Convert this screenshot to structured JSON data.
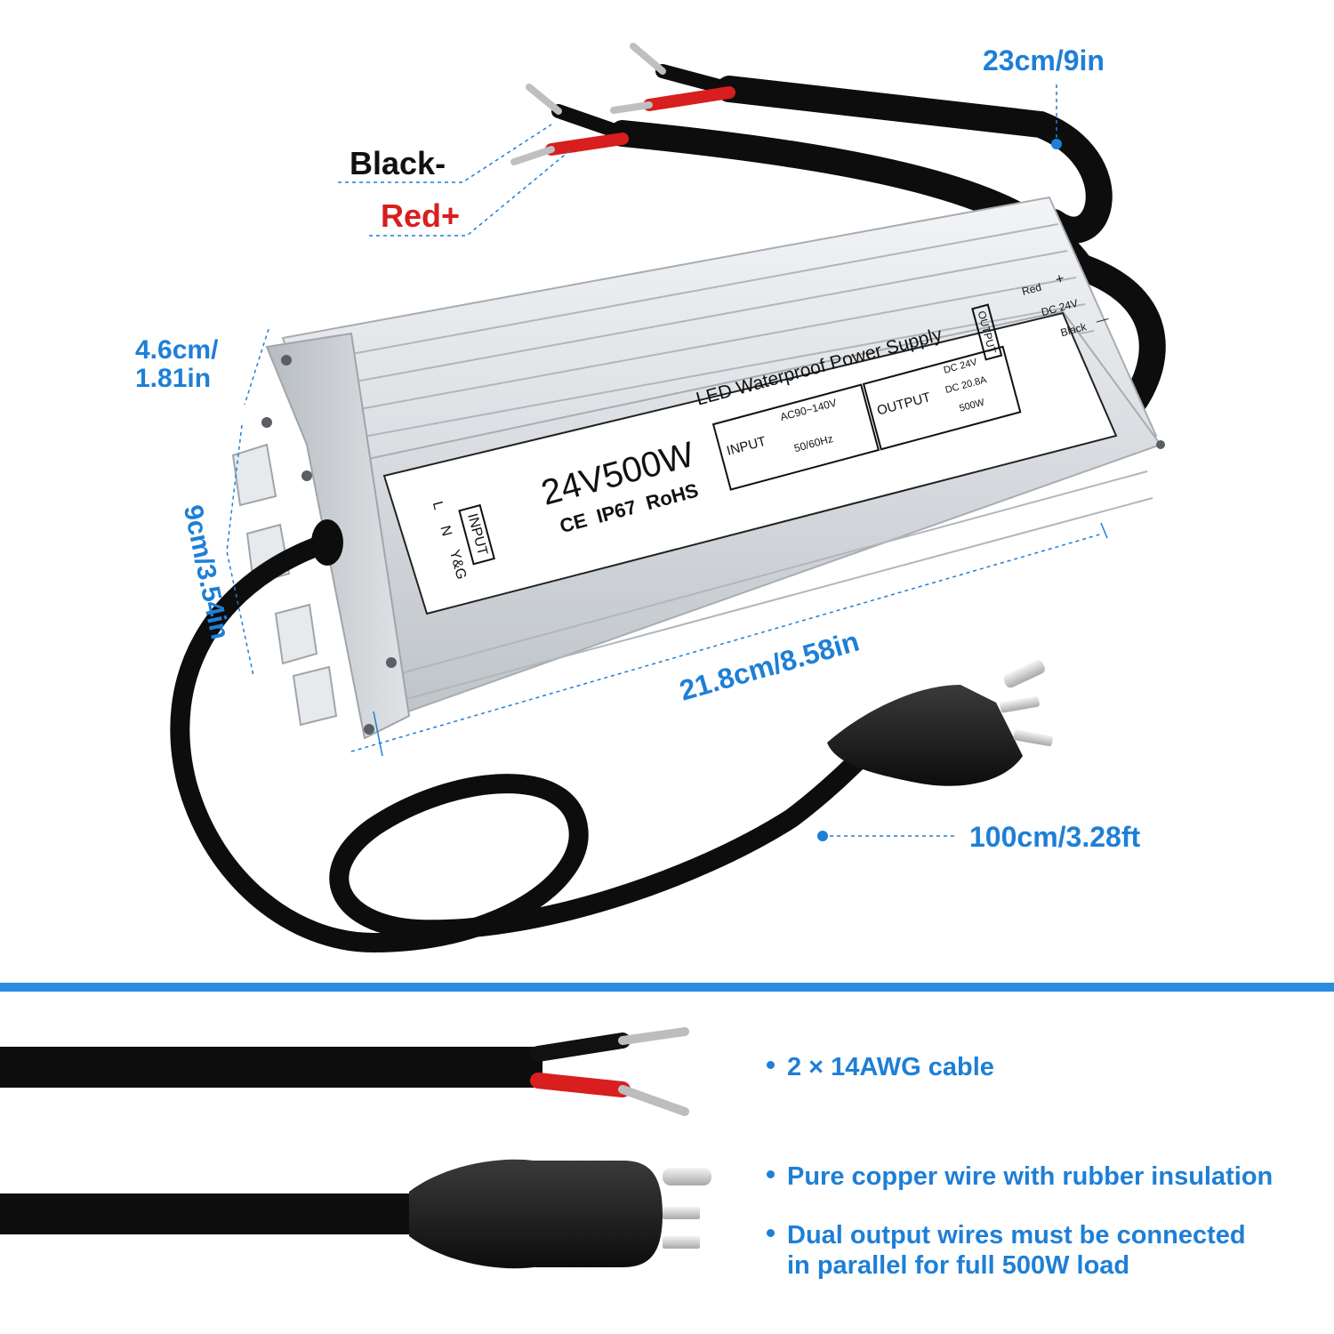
{
  "wires": {
    "black_label": "Black-",
    "red_label": "Red+",
    "black_color": "#111111",
    "red_color": "#d81e1e"
  },
  "dimensions": {
    "output_cable": "23cm/9in",
    "height": "4.6cm/\n1.81in",
    "width": "9cm/3.54in",
    "length": "21.8cm/8.58in",
    "input_cord": "100cm/3.28ft"
  },
  "label": {
    "title": "LED Waterproof Power Supply",
    "model": "24V500W",
    "certifications": "CE  IP67  RoHS",
    "input_heading": "INPUT",
    "input_voltage": "AC90~140V",
    "input_freq": "50/60Hz",
    "output_heading": "OUTPUT",
    "output_voltage": "DC 24V",
    "output_current": "DC 20.8A",
    "output_power": "500W",
    "input_tag": "INPUT",
    "terminal_l": "L",
    "terminal_n": "N",
    "terminal_g": "Y&G",
    "output_tag": "OUTPUT",
    "out_red": "Red",
    "out_plus": "+",
    "out_dc": "DC 24V",
    "out_black": "Black",
    "out_minus": "—"
  },
  "features": [
    {
      "text": "2 × 14AWG cable"
    },
    {
      "text": "Pure copper wire with rubber insulation"
    },
    {
      "text": "Dual output wires must be connected\nin parallel for full 500W load"
    }
  ],
  "colors": {
    "accent": "#1e7fd6",
    "divider": "#2a8ce0",
    "housing": "#d9dde1"
  }
}
